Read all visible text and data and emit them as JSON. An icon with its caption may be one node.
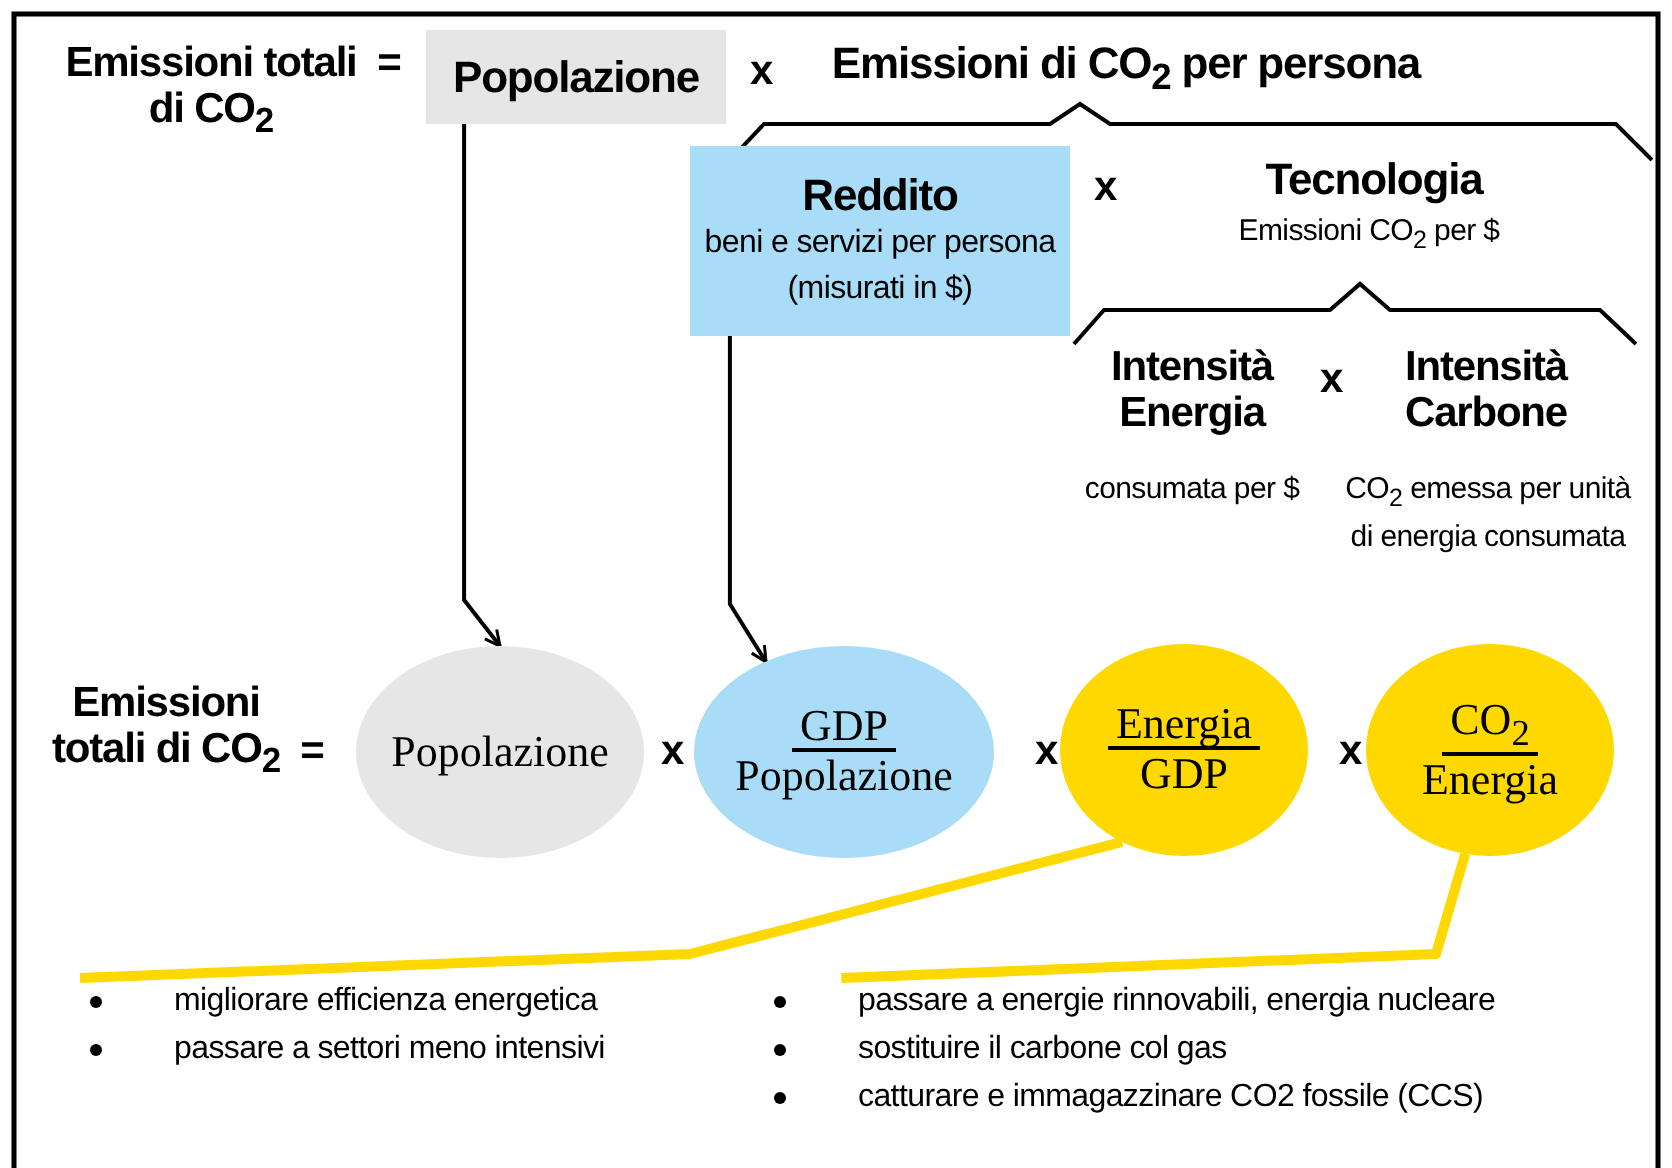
{
  "diagram": {
    "nodes": [
      {
        "text": [
          "Popolazione"
        ]
      },
      {
        "text": [
          "Reddito",
          "beni e servizi per persona (misurati in $)"
        ]
      },
      {
        "text": [
          "Popolazione"
        ]
      },
      {
        "text": [
          "GDP",
          "Popolazione"
        ]
      },
      {
        "text": [
          "Energia",
          "GDP"
        ]
      },
      {
        "text": [
          "CO$_{2}$",
          "Energia"
        ]
      },
      {
        "text": [
          "migliorare efficienza energetica",
          "passare a settori meno intensivi"
        ]
      },
      {
        "text": [
          "passare a energie rinnovabili, energia nucleare",
          "sostituire il carbone col gas",
          "catturare e immagazzinare CO2 fossile (CCS)"
        ]
      }
    ],
    "edges": [
      {
        "from": 0,
        "to": 2,
        "arrow": "to"
      },
      {
        "from": 1,
        "to": 3,
        "arrow": "to"
      },
      {
        "from": 4,
        "to": 6,
        "arrow": "none",
        "style": "thick",
        "color": "#ffd800"
      },
      {
        "from": 5,
        "to": 7,
        "arrow": "none",
        "style": "thick",
        "color": "#ffd800"
      }
    ],
    "labels": [
      "Emissioni totali di CO$_{2}$",
      "=",
      "x",
      "Emissioni di CO$_{2}$ per persona",
      "x",
      "Tecnologia",
      "Emissioni CO$_{2}$ per $",
      "Intensità Energia",
      "consumata per $",
      "x",
      "Intensità Carbone",
      "CO$_{2}$ emessa per unità di energia consumata",
      "Emissioni totali di CO$_{2}$",
      "=",
      "x",
      "x",
      "x"
    ]
  }
}
